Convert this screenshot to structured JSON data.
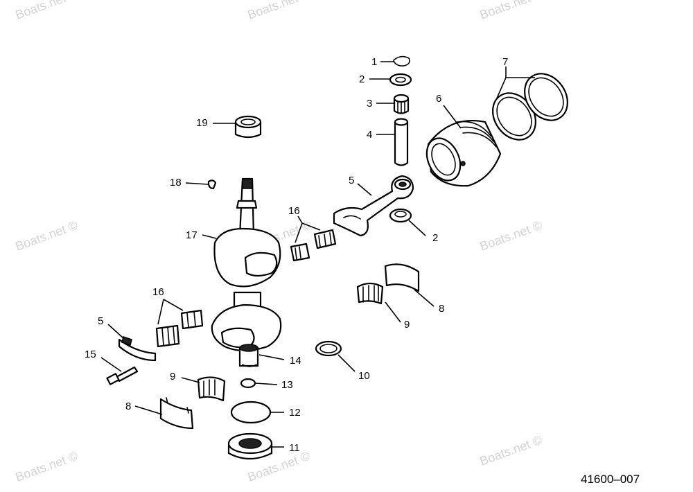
{
  "watermark": "Boats.net ©",
  "diagram_code": "41600–007",
  "callouts": {
    "c1": "1",
    "c2a": "2",
    "c3": "3",
    "c4": "4",
    "c5a": "5",
    "c2b": "2",
    "c6": "6",
    "c7": "7",
    "c19": "19",
    "c18": "18",
    "c17": "17",
    "c16a": "16",
    "c16b": "16",
    "c5b": "5",
    "c15": "15",
    "c14": "14",
    "c13": "13",
    "c12": "12",
    "c11": "11",
    "c10": "10",
    "c9a": "9",
    "c9b": "9",
    "c8a": "8",
    "c8b": "8"
  }
}
